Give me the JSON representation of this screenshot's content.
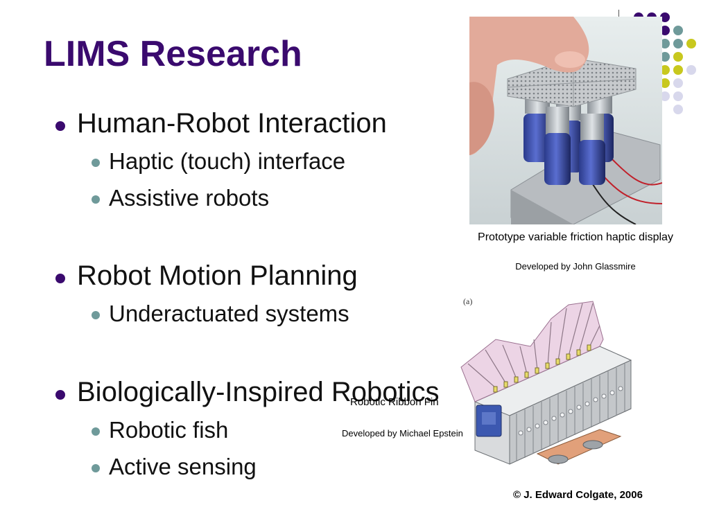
{
  "slide": {
    "title": "LIMS Research",
    "bullets": [
      {
        "text": "Human-Robot Interaction",
        "subs": [
          "Haptic (touch) interface",
          "Assistive robots"
        ]
      },
      {
        "text": "Robot Motion Planning",
        "subs": [
          "Underactuated systems"
        ]
      },
      {
        "text": "Biologically-Inspired Robotics",
        "subs": [
          "Robotic fish",
          "Active sensing"
        ]
      }
    ],
    "image1": {
      "caption": "Prototype variable friction haptic display",
      "credit": "Developed by John Glassmire"
    },
    "image2": {
      "panel_label": "(a)",
      "caption": "Robotic Ribbon Fin",
      "credit": "Developed by Michael Epstein"
    },
    "copyright": "© J. Edward Colgate, 2006"
  },
  "colors": {
    "title": "#3a0a6e",
    "dot_purple": "#3a0a6e",
    "dot_teal": "#6f9a9a",
    "dot_yellow": "#c8c81e",
    "dot_lavender": "#d8d8ec"
  }
}
